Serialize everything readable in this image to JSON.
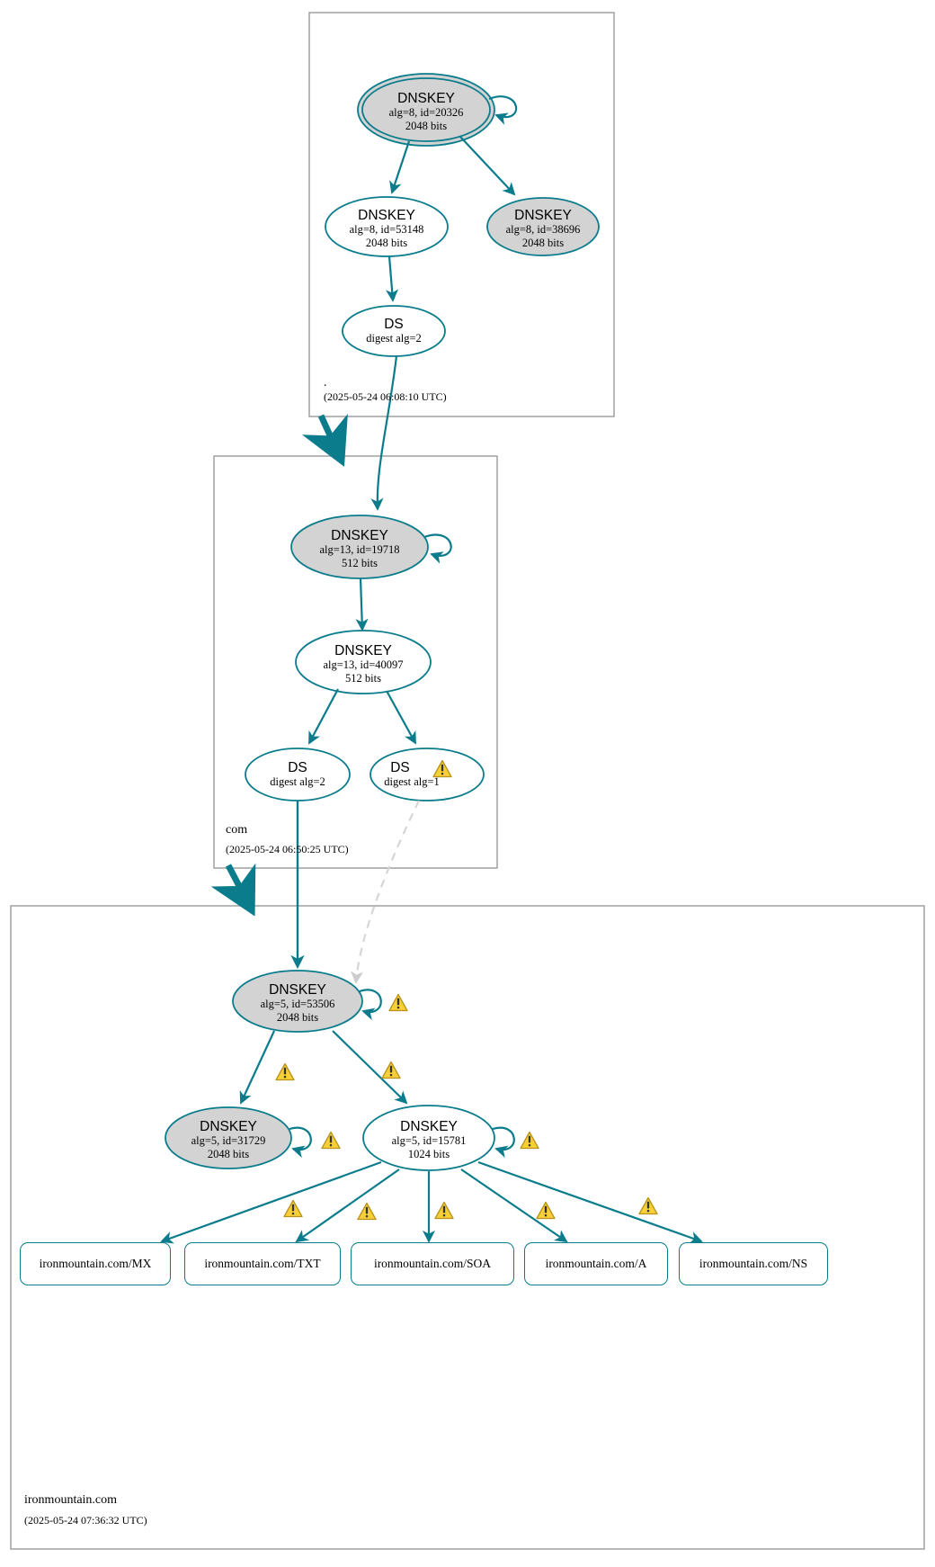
{
  "diagram": {
    "type": "dnssec-authentication-chain",
    "title": "ironmountain.com DNSSEC authentication chain",
    "colors": {
      "edge": "#0a7c8c",
      "node_stroke": "#0a7c8c",
      "node_fill_sep": "#d3d3d3",
      "node_fill_plain": "#ffffff",
      "zone_border": "#999999",
      "broken_edge": "#d0d0d0",
      "warning": "#f5c518"
    }
  },
  "zones": [
    {
      "id": "root",
      "label": ".",
      "timestamp": "(2025-05-24 06:08:10 UTC)",
      "nodes": [
        {
          "id": "root-ksk-20326",
          "kind": "DNSKEY",
          "title": "DNSKEY",
          "line1": "alg=8, id=20326",
          "line2": "2048 bits",
          "sep": true,
          "trust_anchor": true,
          "self_sign": true,
          "warning": false
        },
        {
          "id": "root-zsk-53148",
          "kind": "DNSKEY",
          "title": "DNSKEY",
          "line1": "alg=8, id=53148",
          "line2": "2048 bits",
          "sep": false,
          "trust_anchor": false,
          "self_sign": false,
          "warning": false
        },
        {
          "id": "root-ksk-38696",
          "kind": "DNSKEY",
          "title": "DNSKEY",
          "line1": "alg=8, id=38696",
          "line2": "2048 bits",
          "sep": true,
          "trust_anchor": false,
          "self_sign": false,
          "warning": false
        },
        {
          "id": "root-ds-com",
          "kind": "DS",
          "title": "DS",
          "line1": "digest alg=2",
          "line2": "",
          "sep": false,
          "trust_anchor": false,
          "self_sign": false,
          "warning": false
        }
      ]
    },
    {
      "id": "com",
      "label": "com",
      "timestamp": "(2025-05-24 06:50:25 UTC)",
      "nodes": [
        {
          "id": "com-ksk-19718",
          "kind": "DNSKEY",
          "title": "DNSKEY",
          "line1": "alg=13, id=19718",
          "line2": "512 bits",
          "sep": true,
          "trust_anchor": false,
          "self_sign": true,
          "warning": false
        },
        {
          "id": "com-zsk-40097",
          "kind": "DNSKEY",
          "title": "DNSKEY",
          "line1": "alg=13, id=40097",
          "line2": "512 bits",
          "sep": false,
          "trust_anchor": false,
          "self_sign": false,
          "warning": false
        },
        {
          "id": "com-ds-2",
          "kind": "DS",
          "title": "DS",
          "line1": "digest alg=2",
          "line2": "",
          "sep": false,
          "trust_anchor": false,
          "self_sign": false,
          "warning": false
        },
        {
          "id": "com-ds-1",
          "kind": "DS",
          "title": "DS",
          "line1": "digest alg=1",
          "line2": "",
          "sep": false,
          "trust_anchor": false,
          "self_sign": false,
          "warning": true
        }
      ]
    },
    {
      "id": "ironmountain",
      "label": "ironmountain.com",
      "timestamp": "(2025-05-24 07:36:32 UTC)",
      "nodes": [
        {
          "id": "im-ksk-53506",
          "kind": "DNSKEY",
          "title": "DNSKEY",
          "line1": "alg=5, id=53506",
          "line2": "2048 bits",
          "sep": true,
          "trust_anchor": false,
          "self_sign": true,
          "warning": true
        },
        {
          "id": "im-ksk-31729",
          "kind": "DNSKEY",
          "title": "DNSKEY",
          "line1": "alg=5, id=31729",
          "line2": "2048 bits",
          "sep": true,
          "trust_anchor": false,
          "self_sign": true,
          "warning": true
        },
        {
          "id": "im-zsk-15781",
          "kind": "DNSKEY",
          "title": "DNSKEY",
          "line1": "alg=5, id=15781",
          "line2": "1024 bits",
          "sep": false,
          "trust_anchor": false,
          "self_sign": true,
          "warning": true
        }
      ],
      "rrsets": [
        {
          "id": "rr-mx",
          "label": "ironmountain.com/MX"
        },
        {
          "id": "rr-txt",
          "label": "ironmountain.com/TXT"
        },
        {
          "id": "rr-soa",
          "label": "ironmountain.com/SOA"
        },
        {
          "id": "rr-a",
          "label": "ironmountain.com/A"
        },
        {
          "id": "rr-ns",
          "label": "ironmountain.com/NS"
        }
      ]
    }
  ],
  "warnings": {
    "count": 9,
    "icon": "warning-triangle-icon",
    "glyph": "!"
  }
}
